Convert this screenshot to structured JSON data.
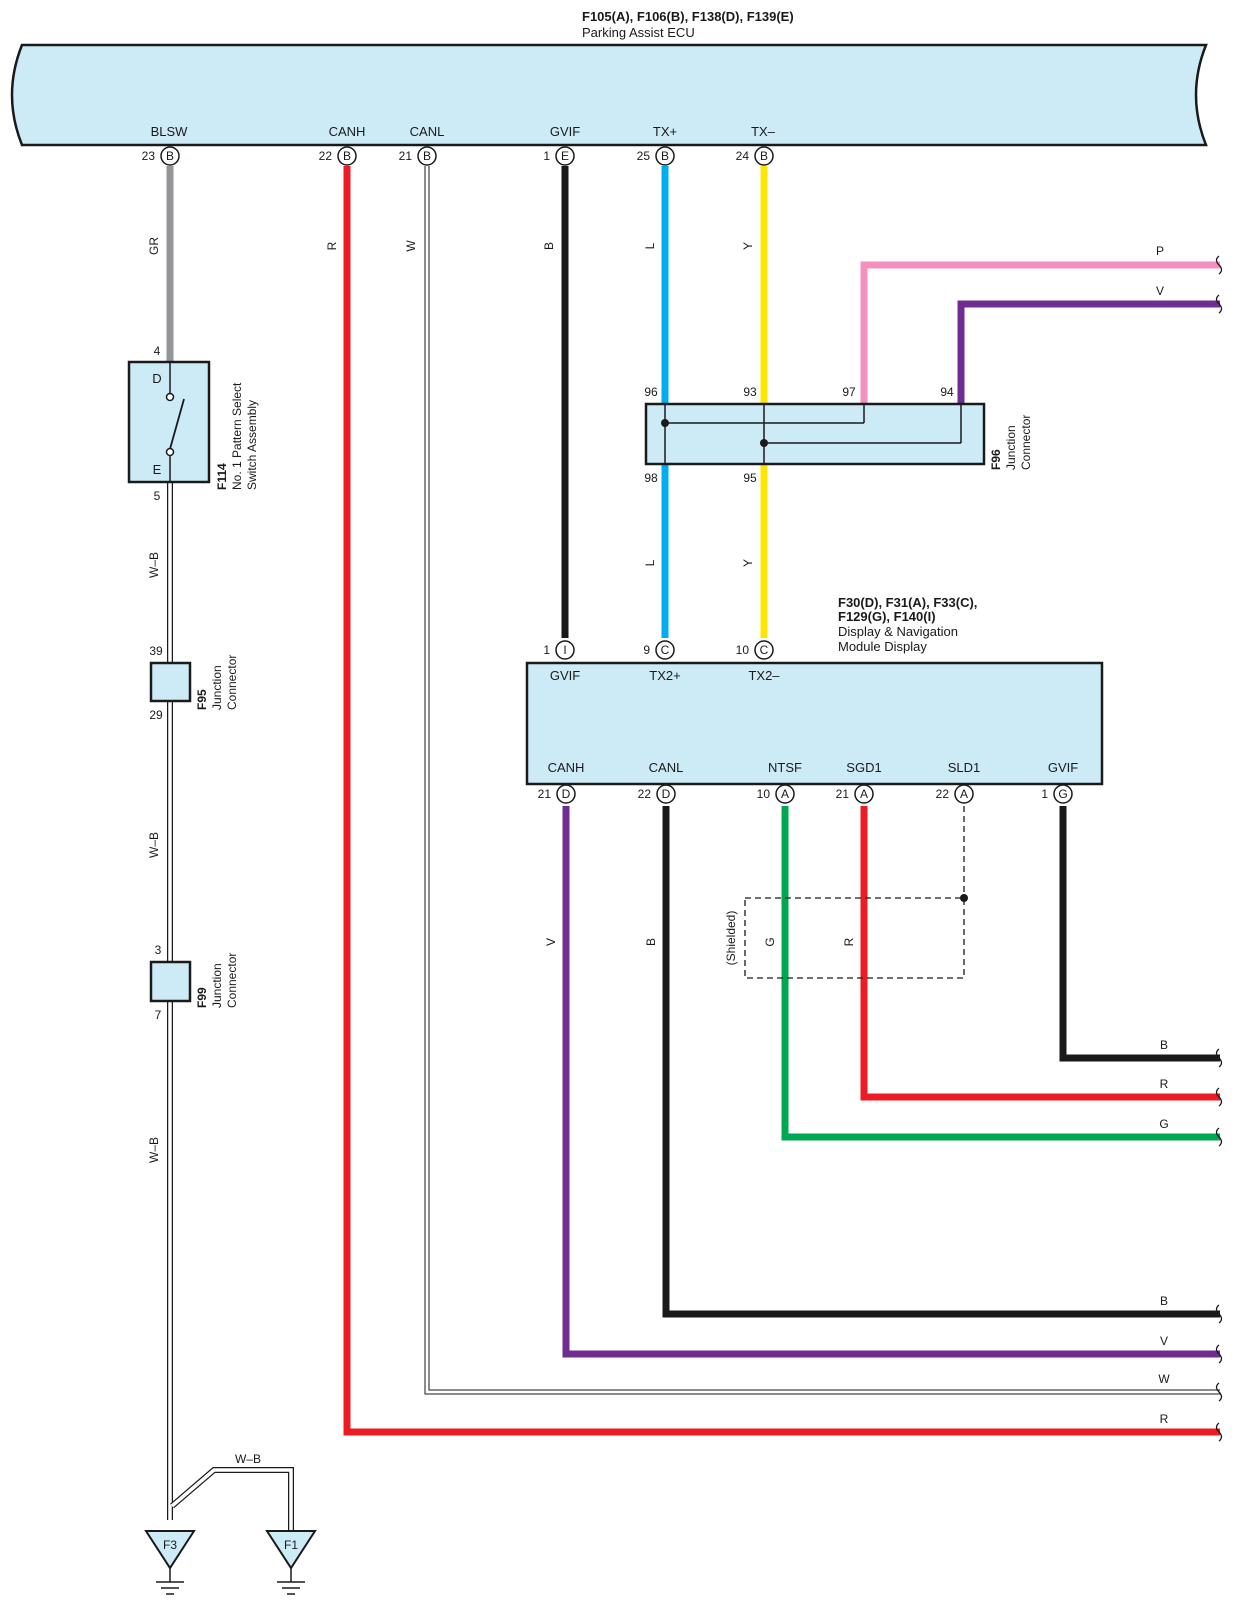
{
  "ecu": {
    "codes": "F105(A), F106(B), F138(D), F139(E)",
    "name": "Parking Assist ECU",
    "terminals": {
      "blsw": "BLSW",
      "canh": "CANH",
      "canl": "CANL",
      "gvif": "GVIF",
      "txp": "TX+",
      "txm": "TX–"
    },
    "pins": {
      "blsw": {
        "num": "23",
        "conn": "B"
      },
      "canh": {
        "num": "22",
        "conn": "B"
      },
      "canl": {
        "num": "21",
        "conn": "B"
      },
      "gvif": {
        "num": "1",
        "conn": "E"
      },
      "txp": {
        "num": "25",
        "conn": "B"
      },
      "txm": {
        "num": "24",
        "conn": "B"
      }
    }
  },
  "wire_colors": {
    "gr": "GR",
    "r": "R",
    "w": "W",
    "b": "B",
    "l": "L",
    "y": "Y",
    "p": "P",
    "v": "V",
    "wb": "W–B",
    "g": "G"
  },
  "colors": {
    "body_fill": "#cdeaf7",
    "gray": "#939598",
    "red": "#ed1c24",
    "black": "#1a1a1a",
    "blue": "#00aeef",
    "yellow": "#ffe600",
    "pink": "#f48fbf",
    "purple": "#6f2c91",
    "green": "#00a651"
  },
  "switch": {
    "code": "F114",
    "name_line1": "No. 1 Pattern Select",
    "name_line2": "Switch Assembly",
    "pin_top": "4",
    "pin_bottom": "5",
    "term_top": "D",
    "term_bottom": "E"
  },
  "f95": {
    "code": "F95",
    "line1": "Junction",
    "line2": "Connector",
    "pin_top": "39",
    "pin_bottom": "29"
  },
  "f99": {
    "code": "F99",
    "line1": "Junction",
    "line2": "Connector",
    "pin_top": "3",
    "pin_bottom": "7"
  },
  "f96": {
    "code": "F96",
    "line1": "Junction",
    "line2": "Connector",
    "pins": {
      "p96": "96",
      "p93": "93",
      "p97": "97",
      "p94": "94",
      "p98": "98",
      "p95": "95"
    }
  },
  "display": {
    "codes_line1": "F30(D), F31(A), F33(C),",
    "codes_line2": "F129(G), F140(I)",
    "name_line1": "Display & Navigation",
    "name_line2": "Module Display",
    "terminals": {
      "gvif_top": "GVIF",
      "tx2p": "TX2+",
      "tx2m": "TX2–",
      "canh": "CANH",
      "canl": "CANL",
      "ntsf": "NTSF",
      "sgd1": "SGD1",
      "sld1": "SLD1",
      "gvif_bot": "GVIF"
    },
    "pins": {
      "gvif_top": {
        "num": "1",
        "conn": "I"
      },
      "tx2p": {
        "num": "9",
        "conn": "C"
      },
      "tx2m": {
        "num": "10",
        "conn": "C"
      },
      "canh": {
        "num": "21",
        "conn": "D"
      },
      "canl": {
        "num": "22",
        "conn": "D"
      },
      "ntsf": {
        "num": "10",
        "conn": "A"
      },
      "sgd1": {
        "num": "21",
        "conn": "A"
      },
      "sld1": {
        "num": "22",
        "conn": "A"
      },
      "gvif_bot": {
        "num": "1",
        "conn": "G"
      }
    }
  },
  "shielded": "(Shielded)",
  "grounds": {
    "f3": "F3",
    "f1": "F1"
  }
}
